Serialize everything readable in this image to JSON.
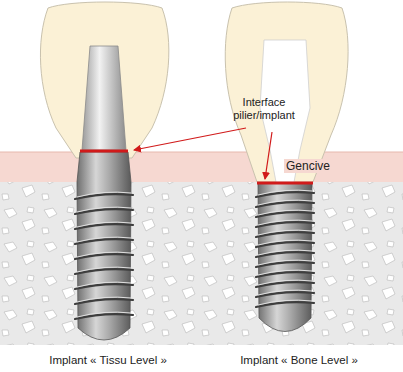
{
  "diagram": {
    "labels": [
      "Interface pilier/implant",
      "Gencive",
      "Implant « Tissu Level »",
      "Implant « Bone Level »"
    ]
  }
}
